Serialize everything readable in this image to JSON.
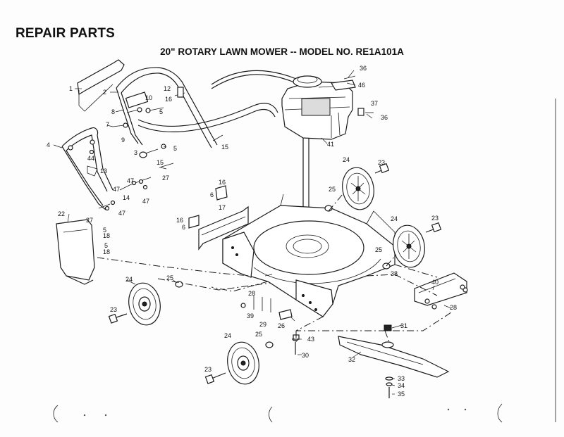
{
  "header": {
    "section_title": "REPAIR PARTS",
    "diagram_title": "20\" ROTARY LAWN MOWER -- MODEL NO. RE1A101A"
  },
  "callouts": [
    {
      "id": "c1",
      "text": "1"
    },
    {
      "id": "c2",
      "text": "2"
    },
    {
      "id": "c3",
      "text": "3"
    },
    {
      "id": "c4",
      "text": "4"
    },
    {
      "id": "c5a",
      "text": "5"
    },
    {
      "id": "c5b",
      "text": "5"
    },
    {
      "id": "c5c",
      "text": "5"
    },
    {
      "id": "c5d",
      "text": "5"
    },
    {
      "id": "c6a",
      "text": "6"
    },
    {
      "id": "c6b",
      "text": "6"
    },
    {
      "id": "c7",
      "text": "7"
    },
    {
      "id": "c8",
      "text": "8"
    },
    {
      "id": "c9",
      "text": "9"
    },
    {
      "id": "c10",
      "text": "10"
    },
    {
      "id": "c12",
      "text": "12"
    },
    {
      "id": "c13",
      "text": "13"
    },
    {
      "id": "c14",
      "text": "14"
    },
    {
      "id": "c15a",
      "text": "15"
    },
    {
      "id": "c15b",
      "text": "15"
    },
    {
      "id": "c16a",
      "text": "16"
    },
    {
      "id": "c16b",
      "text": "16"
    },
    {
      "id": "c16c",
      "text": "16"
    },
    {
      "id": "c17",
      "text": "17"
    },
    {
      "id": "c18a",
      "text": "18"
    },
    {
      "id": "c18b",
      "text": "18"
    },
    {
      "id": "c22",
      "text": "22"
    },
    {
      "id": "c23a",
      "text": "23"
    },
    {
      "id": "c23b",
      "text": "23"
    },
    {
      "id": "c23c",
      "text": "23"
    },
    {
      "id": "c23d",
      "text": "23"
    },
    {
      "id": "c24a",
      "text": "24"
    },
    {
      "id": "c24b",
      "text": "24"
    },
    {
      "id": "c24c",
      "text": "24"
    },
    {
      "id": "c24d",
      "text": "24"
    },
    {
      "id": "c25a",
      "text": "25"
    },
    {
      "id": "c25b",
      "text": "25"
    },
    {
      "id": "c25c",
      "text": "25"
    },
    {
      "id": "c25d",
      "text": "25"
    },
    {
      "id": "c26",
      "text": "26"
    },
    {
      "id": "c27a",
      "text": "27"
    },
    {
      "id": "c27b",
      "text": "27"
    },
    {
      "id": "c28a",
      "text": "28"
    },
    {
      "id": "c28b",
      "text": "28"
    },
    {
      "id": "c29",
      "text": "29"
    },
    {
      "id": "c30",
      "text": "30"
    },
    {
      "id": "c31",
      "text": "31"
    },
    {
      "id": "c32",
      "text": "32"
    },
    {
      "id": "c33",
      "text": "33"
    },
    {
      "id": "c34",
      "text": "34"
    },
    {
      "id": "c35",
      "text": "35"
    },
    {
      "id": "c36a",
      "text": "36"
    },
    {
      "id": "c36b",
      "text": "36"
    },
    {
      "id": "c37",
      "text": "37"
    },
    {
      "id": "c38",
      "text": "38"
    },
    {
      "id": "c39",
      "text": "39"
    },
    {
      "id": "c40",
      "text": "40"
    },
    {
      "id": "c41",
      "text": "41"
    },
    {
      "id": "c43",
      "text": "43"
    },
    {
      "id": "c44",
      "text": "44"
    },
    {
      "id": "c46",
      "text": "46"
    },
    {
      "id": "c47a",
      "text": "47"
    },
    {
      "id": "c47b",
      "text": "47"
    },
    {
      "id": "c47c",
      "text": "47"
    },
    {
      "id": "c47d",
      "text": "47"
    }
  ]
}
